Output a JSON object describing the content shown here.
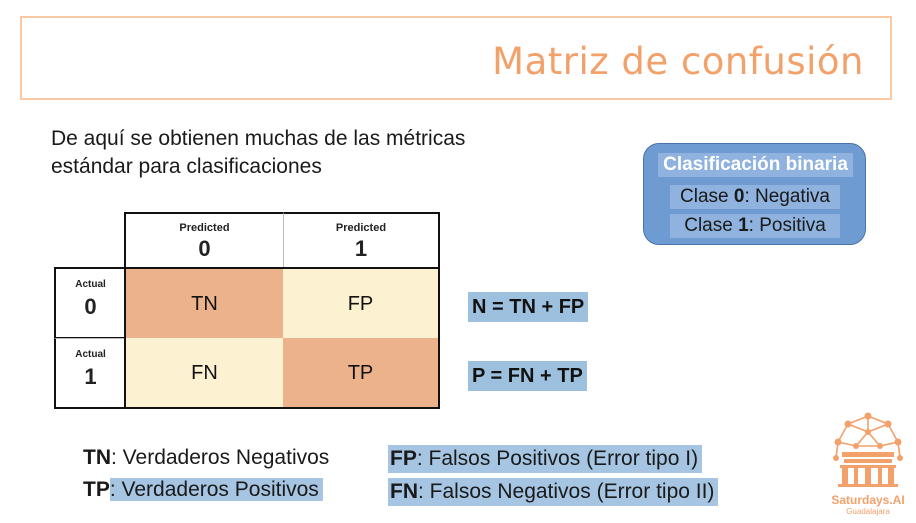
{
  "title": "Matriz de confusión",
  "intro": {
    "line1": "De aquí se obtienen muchas de las métricas",
    "line2": "estándar para clasificaciones"
  },
  "binary": {
    "title": "Clasificación binaria",
    "class0_prefix": "Clase ",
    "class0_num": "0",
    "class0_suffix": ": Negativa",
    "class1_prefix": "Clase ",
    "class1_num": "1",
    "class1_suffix": ": Positiva"
  },
  "matrix": {
    "predicted_label": "Predicted",
    "actual_label": "Actual",
    "class0": "0",
    "class1": "1",
    "cells": {
      "tn": "TN",
      "fp": "FP",
      "fn": "FN",
      "tp": "TP"
    }
  },
  "equations": {
    "n": "N = TN + FP",
    "p": "P = FN + TP"
  },
  "legend": {
    "tn_key": "TN",
    "tn_text": ":  Verdaderos Negativos",
    "tp_key": "TP",
    "tp_text": ":  Verdaderos Positivos",
    "fp_key": "FP",
    "fp_text": ":  Falsos Positivos (Error tipo I)",
    "fn_key": "FN",
    "fn_text": ":  Falsos Negativos (Error tipo II)"
  },
  "logo": {
    "name": "Saturdays.AI",
    "city": "Guadalajara"
  },
  "colors": {
    "accent": "#f2a16a",
    "blue": "#6f9bd3",
    "tn_tp": "#ebb28b",
    "fn_fp": "#fcf1d0"
  }
}
